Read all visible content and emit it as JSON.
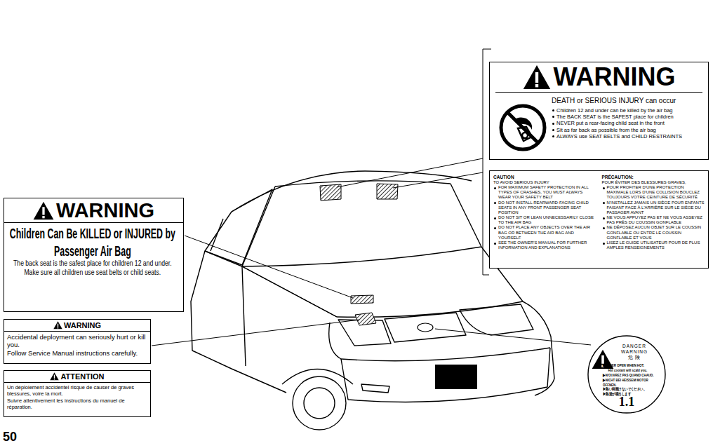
{
  "diagram": {
    "nodes": [
      {
        "text": [
          "WARNING",
          "DEATH or SERIOUS INJURY can occur",
          "Children 12 and under can be killed by the air bag",
          "The BACK SEAT is the SAFEST place for children",
          "NEVER put a rear-facing child seat in the front",
          "Sit as far back as possible from the air bag",
          "ALWAYS use SEAT BELTS and CHILD RESTRAINTS"
        ]
      },
      {
        "text": [
          "CAUTION",
          "TO AVOID SERIOUS INJURY",
          "FOR MAXIMUM SAFETY PROTECTION IN ALL TYPES OF CRASHES, YOU MUST ALWAYS WEAR YOUR SAFETY BELT",
          "DO NOT INSTALL REARWARD-FACING CHILD SEATS IN ANY FRONT PASSENGER SEAT POSITION",
          "DO NOT SIT OR LEAN UNNECESSARILY CLOSE TO THE AIR BAG",
          "DO NOT PLACE ANY OBJECTS OVER THE AIR BAG OR BETWEEN THE AIR BAG AND YOURSELF",
          "SEE THE OWNER'S MANUAL FOR FURTHER INFORMATION AND EXPLANATIONS",
          "PRÉCAUTION:",
          "POUR ÉVITER DES BLESSURES GRAVES,",
          "POUR PROFITER D'UNE PROTECTION MAXIMALE LORS D'UNE COLLISION BOUCLEZ TOUJOURS VOTRE CEINTURE DE SÉCURITÉ",
          "N'INSTALLEZ JAMAIS UN SIÈGE POUR ENFANTS FAISANT FACE À L'ARRIÈRE SUR LE SIÈGE DU PASSAGER AVANT",
          "NE VOUS APPUYEZ PAS ET NE VOUS ASSEYEZ PAS PRÈS DU COUSSIN GONFLABLE",
          "NE DÉPOSEZ AUCUN OBJET SUR LE COUSSIN GONFLABLE OU ENTRE LE COUSSIN GONFLABLE ET VOUS",
          "LISEZ LE GUIDE UTILISATEUR POUR DE PLUS AMPLES RENSEIGNEMENTS"
        ]
      },
      {
        "text": [
          "WARNING",
          "Children Can Be KILLED or INJURED by Passenger Air Bag",
          "The back seat is the safest place for children 12 and under. Make sure all children use seat belts or child seats."
        ]
      },
      {
        "text": [
          "WARNING",
          "Accidental deployment can seriously hurt or kill you.",
          "Follow Service Manual instructions carefully."
        ]
      },
      {
        "text": [
          "ATTENTION",
          "Un déploiement accidentel risque de causer de graves blessures, voire la mort.",
          "Suivre attentivement les instructions du manuel de réparation."
        ]
      },
      {
        "text": [
          "DANGER",
          "WARNING",
          "危 険",
          "▶NEVER OPEN WHEN HOT.",
          "Hot coolant will scald you.",
          "▶N'OUVREZ PAS QUAND CHAUD.",
          "▶NICHT BEI HEISSEM MOTOR ÖFFNEN.",
          "▶熱い時開けないでください。",
          "▶熱湯が噴出します",
          "1.1"
        ]
      }
    ],
    "labels": [
      "50"
    ]
  }
}
